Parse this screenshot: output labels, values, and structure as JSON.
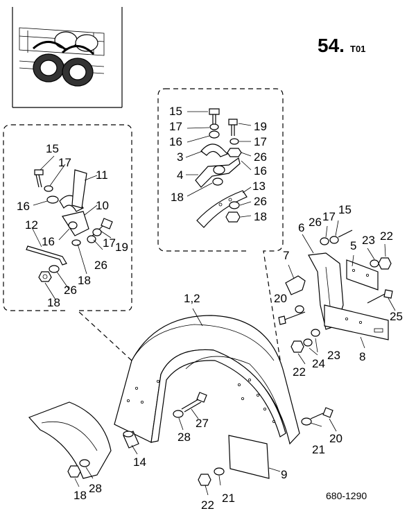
{
  "header": {
    "page_number": "54.",
    "page_suffix": "T01",
    "drawing_code": "680-1290"
  },
  "labels": {
    "l_1_2": "1,2",
    "l_3": "3",
    "l_4": "4",
    "l_5": "5",
    "l_6": "6",
    "l_7": "7",
    "l_8": "8",
    "l_9": "9",
    "l_10": "10",
    "l_11": "11",
    "l_12": "12",
    "l_13": "13",
    "l_14": "14",
    "l_15": "15",
    "l_16": "16",
    "l_17": "17",
    "l_18": "18",
    "l_19": "19",
    "l_20": "20",
    "l_21": "21",
    "l_22": "22",
    "l_23": "23",
    "l_24": "24",
    "l_25": "25",
    "l_26": "26",
    "l_27": "27",
    "l_28": "28"
  }
}
